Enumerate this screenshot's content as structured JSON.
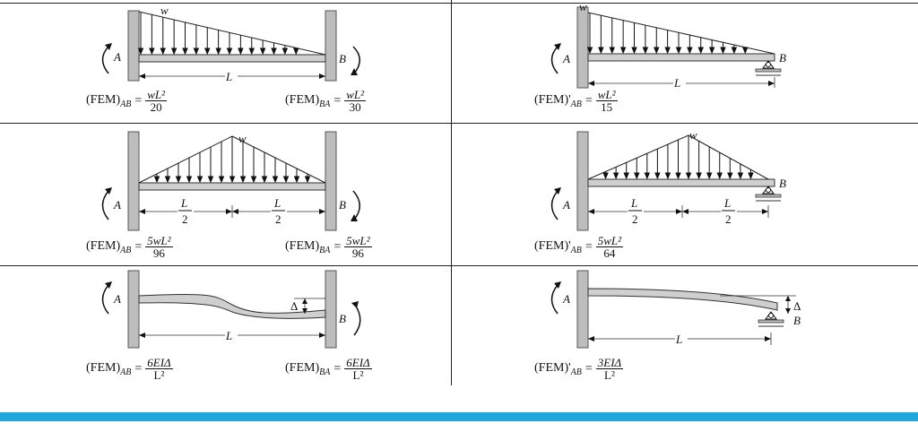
{
  "cells": [
    {
      "id": "uniform-triangle-fixed-fixed",
      "labels": {
        "load": "w",
        "left_support": "A",
        "right_support": "B",
        "span": "L"
      },
      "formulas": [
        {
          "lhs": "(FEM)",
          "sub": "AB",
          "eq": "=",
          "num": "wL²",
          "den": "20"
        },
        {
          "lhs": "(FEM)",
          "sub": "BA",
          "eq": "=",
          "num": "wL²",
          "den": "30"
        }
      ]
    },
    {
      "id": "uniform-triangle-fixed-pinned",
      "labels": {
        "load": "w",
        "left_support": "A",
        "right_support": "B",
        "span": "L"
      },
      "formulas": [
        {
          "lhs": "(FEM)'",
          "sub": "AB",
          "eq": "=",
          "num": "wL²",
          "den": "15"
        }
      ]
    },
    {
      "id": "symmetric-triangle-fixed-fixed",
      "labels": {
        "load": "w",
        "left_support": "A",
        "right_support": "B",
        "half_num": "L",
        "half_den": "2"
      },
      "formulas": [
        {
          "lhs": "(FEM)",
          "sub": "AB",
          "eq": "=",
          "num": "5wL²",
          "den": "96"
        },
        {
          "lhs": "(FEM)",
          "sub": "BA",
          "eq": "=",
          "num": "5wL²",
          "den": "96"
        }
      ]
    },
    {
      "id": "symmetric-triangle-fixed-pinned",
      "labels": {
        "load": "w",
        "left_support": "A",
        "right_support": "B",
        "half_num": "L",
        "half_den": "2"
      },
      "formulas": [
        {
          "lhs": "(FEM)'",
          "sub": "AB",
          "eq": "=",
          "num": "5wL²",
          "den": "64"
        }
      ]
    },
    {
      "id": "settlement-fixed-fixed",
      "labels": {
        "left_support": "A",
        "right_support": "B",
        "span": "L",
        "delta": "Δ"
      },
      "formulas": [
        {
          "lhs": "(FEM)",
          "sub": "AB",
          "eq": "=",
          "num": "6EIΔ",
          "den": "L²"
        },
        {
          "lhs": "(FEM)",
          "sub": "BA",
          "eq": "=",
          "num": "6EIΔ",
          "den": "L²"
        }
      ]
    },
    {
      "id": "settlement-fixed-pinned",
      "labels": {
        "left_support": "A",
        "right_support": "B",
        "span": "L",
        "delta": "Δ"
      },
      "formulas": [
        {
          "lhs": "(FEM)'",
          "sub": "AB",
          "eq": "=",
          "num": "3EIΔ",
          "den": "L²"
        }
      ]
    }
  ],
  "colors": {
    "accent_bar": "#1ea6dd",
    "beam": "#cfcfcf",
    "wall": "#bdbdbd",
    "ink": "#111111"
  }
}
